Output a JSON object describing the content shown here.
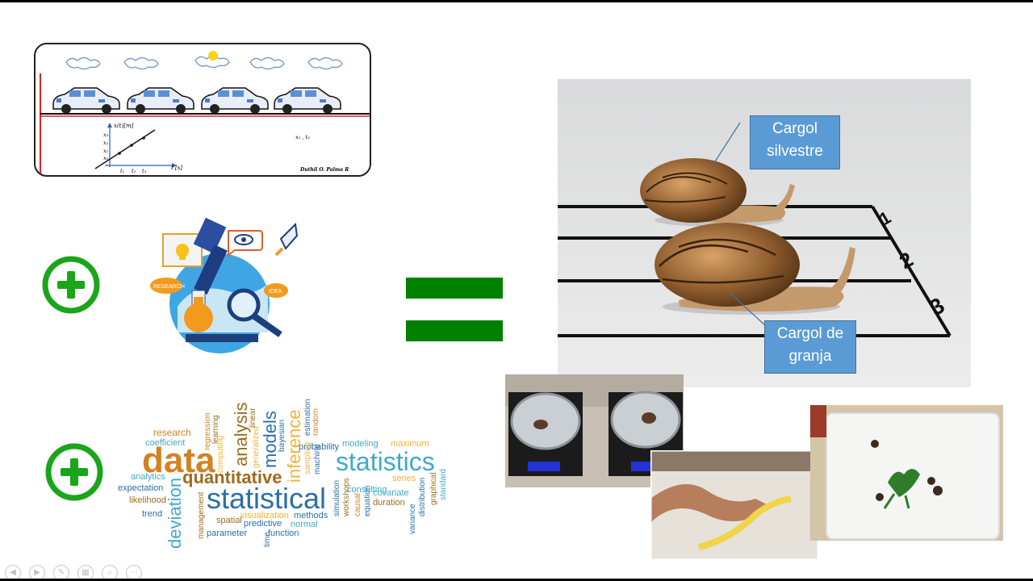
{
  "kinematics": {
    "y_axis_label": "x(t)[m]",
    "y_ticks": [
      "x₃",
      "x₂",
      "x₁",
      "x₀"
    ],
    "x_axis_label": "t [s]",
    "x_ticks": [
      "t₁",
      "t₂",
      "t₃"
    ],
    "point_label": "x₃ , t₃",
    "signature": "Duthil O. Palma R"
  },
  "snail_race": {
    "callout_top": [
      "Cargol",
      "silvestre"
    ],
    "callout_bottom": [
      "Cargol de",
      "granja"
    ],
    "lane_numbers": [
      "1",
      "2",
      "3"
    ]
  },
  "science_icon": {
    "labels": [
      "RESEARCH",
      "IDEA"
    ]
  },
  "wordcloud": {
    "words": {
      "data": "data",
      "statistics": "statistics",
      "statistical": "statistical",
      "quantitative": "quantitative",
      "analysis": "analysis",
      "models": "models",
      "inference": "inference",
      "deviation": "deviation",
      "research": "research",
      "coefficient": "coefficient",
      "regression": "regression",
      "learning": "learning",
      "computing": "computing",
      "generalized": "generalized",
      "linear": "linear",
      "bayesian": "bayesian",
      "estimation": "estimation",
      "random": "random",
      "probability": "probability",
      "modeling": "modeling",
      "maximum": "maximum",
      "sampling": "sampling",
      "machine": "machine",
      "analytics": "analytics",
      "expectation": "expectation",
      "likelihood": "likelihood",
      "trend": "trend",
      "management": "management",
      "spatial": "spatial",
      "visualization": "visualization",
      "parameter": "parameter",
      "predictive": "predictive",
      "function": "function",
      "time": "time",
      "methods": "methods",
      "normal": "normal",
      "simulation": "simulation",
      "workshops": "workshops",
      "causal": "causal",
      "equation": "equation",
      "consulting": "consulting",
      "covariate": "covariate",
      "duration": "duration",
      "series": "series",
      "variance": "variance",
      "distribution": "distribution",
      "graphical": "graphical",
      "standard": "standard"
    }
  },
  "colors": {
    "green": "#1aa51a",
    "equals": "#008000",
    "callout": "#5b9bd5"
  },
  "icons": [
    "plus-circle-icon",
    "plus-circle-icon",
    "equals-icon"
  ]
}
